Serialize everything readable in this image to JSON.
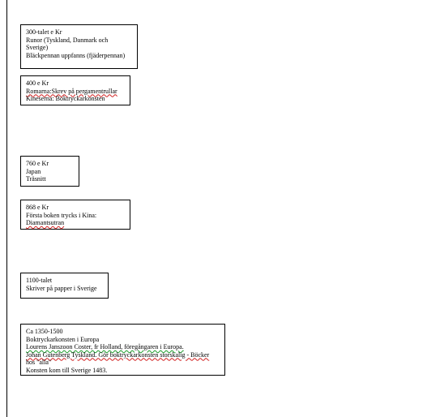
{
  "entries": [
    {
      "id": "300",
      "lines": [
        "300-talet e Kr",
        "Runor (Tyskland, Danmark och",
        "Sverige)",
        "Bläckpennan uppfanns (fjäderpennan)"
      ]
    },
    {
      "id": "400",
      "lines": [
        "400 e Kr",
        "Romarna:Skrev på pergamentrullar",
        "Kineserna: Boktryckarkonsten"
      ]
    },
    {
      "id": "760",
      "lines": [
        "760 e Kr",
        "Japan",
        "Träsnitt"
      ]
    },
    {
      "id": "868",
      "lines": [
        "868 e Kr",
        "Första boken trycks i Kina:",
        "Diamantsutran"
      ]
    },
    {
      "id": "1100",
      "lines": [
        "1100-talet",
        "Skriver på papper i Sverige"
      ]
    },
    {
      "id": "1350",
      "lines": [
        "Ca 1350-1500",
        "Boktryckarkonsten i Europa",
        "Lourens Janszoon Coster, fr Holland, föregångaren i Europa.",
        "Johan Gutenberg Tyskland. Gör boktryckarkonsten storskalig - Böcker",
        "hos \"alla\"",
        "Konsten kom till Sverige 1483."
      ]
    }
  ]
}
